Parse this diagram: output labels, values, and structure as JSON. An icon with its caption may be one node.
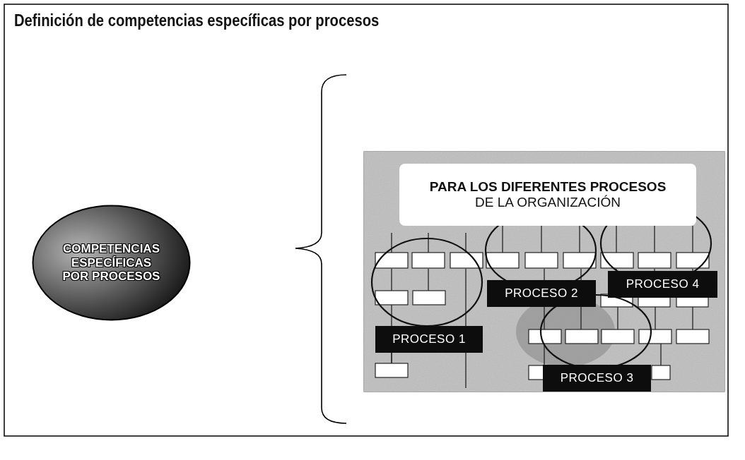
{
  "diagram": {
    "title": "Definición de competencias específicas por procesos",
    "nodes": [
      {
        "text": [
          "COMPETENCIAS ESPECÍFICAS POR PROCESOS"
        ]
      },
      {
        "text": [
          "PARA LOS DIFERENTES PROCESOS",
          "DE LA ORGANIZACIÓN"
        ]
      },
      {
        "text": [
          "PROCESO 1"
        ]
      },
      {
        "text": [
          "PROCESO 2"
        ]
      },
      {
        "text": [
          "PROCESO 3"
        ]
      },
      {
        "text": [
          "PROCESO 4"
        ]
      }
    ]
  }
}
